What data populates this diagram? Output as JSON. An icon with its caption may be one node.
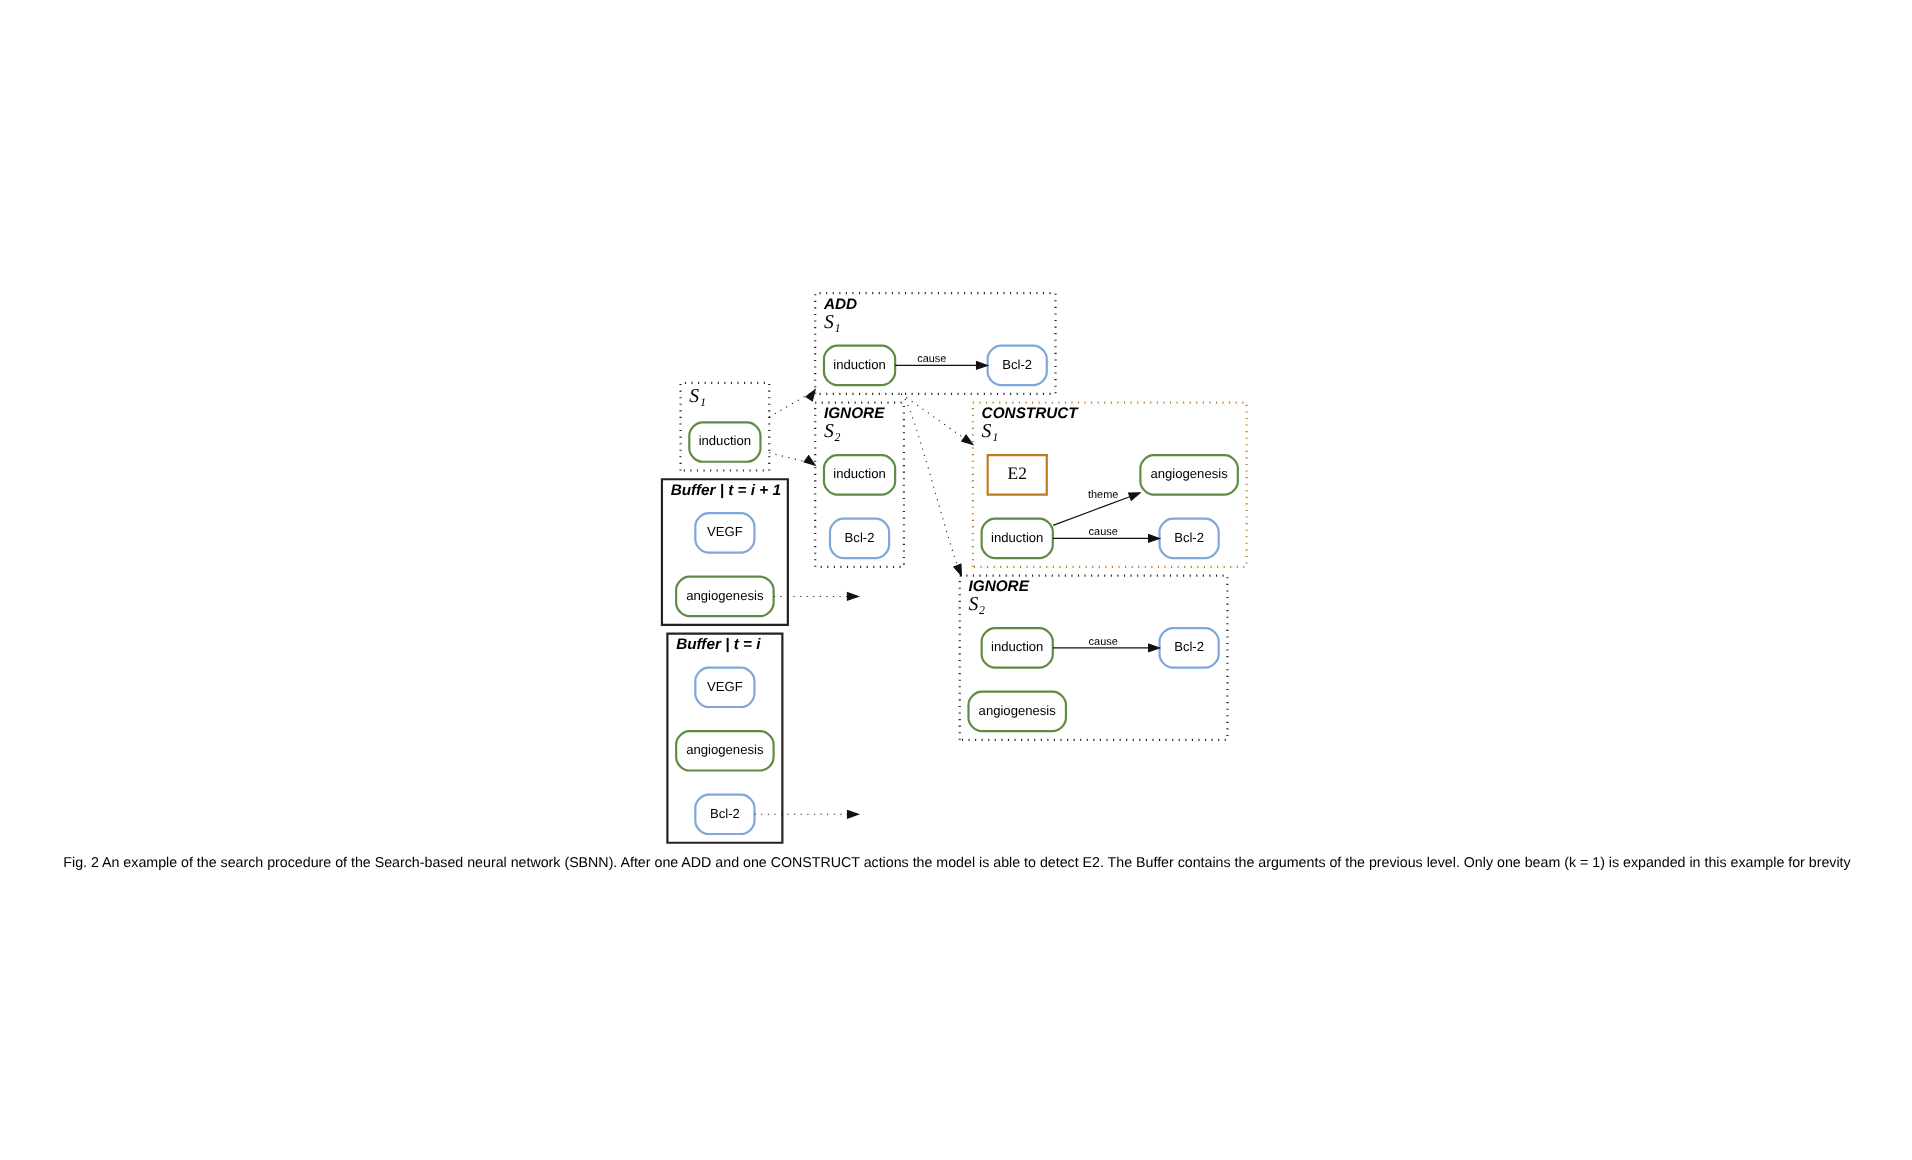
{
  "diagram": {
    "caption": "Fig. 2 An example of the search procedure of the Search-based neural network (SBNN). After one ADD and one CONSTRUCT actions the model is able to detect E2. The Buffer contains the arguments of the previous level. Only one beam (k = 1) is expanded in this example for brevity",
    "nodes": [
      {
        "text": [
          "Buffer | t = i"
        ]
      },
      {
        "text": [
          "VEGF"
        ],
        "in": 0
      },
      {
        "text": [
          "angiogenesis"
        ],
        "in": 0
      },
      {
        "text": [
          "Bcl-2"
        ],
        "in": 0
      },
      {
        "text": [
          "Buffer | t = i + 1"
        ]
      },
      {
        "text": [
          "VEGF"
        ],
        "in": 4
      },
      {
        "text": [
          "angiogenesis"
        ],
        "in": 4
      },
      {
        "text": [
          "S₁"
        ]
      },
      {
        "text": [
          "induction"
        ],
        "in": 7
      },
      {
        "text": [
          "ADD",
          "S₁"
        ]
      },
      {
        "text": [
          "induction"
        ],
        "in": 9
      },
      {
        "text": [
          "Bcl-2"
        ],
        "in": 9
      },
      {
        "text": [
          "IGNORE",
          "S₂"
        ]
      },
      {
        "text": [
          "induction"
        ],
        "in": 12
      },
      {
        "text": [
          "Bcl-2"
        ],
        "in": 12
      },
      {
        "text": [
          "CONSTRUCT",
          "S₁"
        ]
      },
      {
        "text": [
          "E2"
        ],
        "in": 15
      },
      {
        "text": [
          "induction"
        ],
        "in": 15
      },
      {
        "text": [
          "Bcl-2"
        ],
        "in": 15
      },
      {
        "text": [
          "angiogenesis"
        ],
        "in": 15
      },
      {
        "text": [
          "IGNORE",
          "S₂"
        ]
      },
      {
        "text": [
          "induction"
        ],
        "in": 20
      },
      {
        "text": [
          "Bcl-2"
        ],
        "in": 20
      },
      {
        "text": [
          "angiogenesis"
        ],
        "in": 20
      }
    ],
    "edges": [
      {
        "from": 3,
        "to": null,
        "arrow": "to",
        "style": "dashed"
      },
      {
        "from": 6,
        "to": null,
        "arrow": "to",
        "style": "dashed"
      },
      {
        "from": 7,
        "to": 9,
        "arrow": "to",
        "style": "dashed"
      },
      {
        "from": 7,
        "to": 12,
        "arrow": "to",
        "style": "dashed"
      },
      {
        "from": 10,
        "to": 11,
        "arrow": "to",
        "label": "cause"
      },
      {
        "from": 9,
        "to": 15,
        "arrow": "to",
        "style": "dashed"
      },
      {
        "from": 9,
        "to": 20,
        "arrow": "to",
        "style": "dashed"
      },
      {
        "from": 17,
        "to": 18,
        "arrow": "to",
        "label": "cause"
      },
      {
        "from": 17,
        "to": 19,
        "arrow": "to",
        "label": "theme"
      },
      {
        "from": 21,
        "to": 22,
        "arrow": "to",
        "label": "cause"
      }
    ]
  }
}
